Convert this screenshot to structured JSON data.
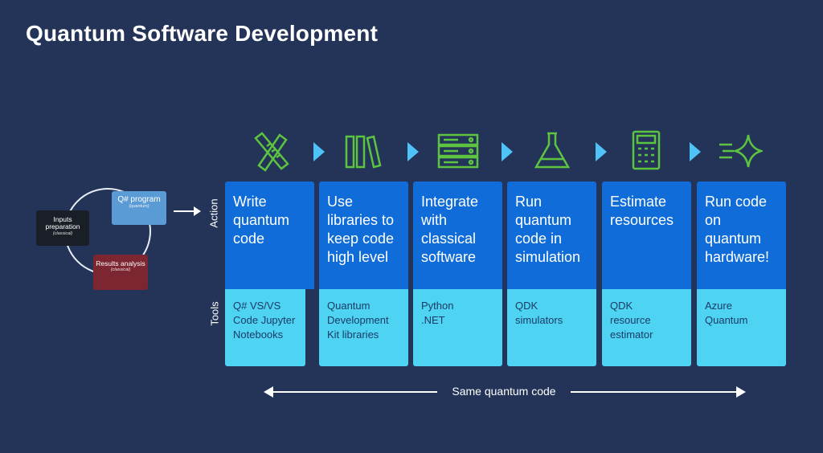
{
  "title": "Quantum Software Development",
  "cycle": {
    "inputs": {
      "main": "Inputs preparation",
      "sub": "(classical)"
    },
    "program": {
      "main": "Q# program",
      "sub": "(quantum)"
    },
    "results": {
      "main": "Results analysis",
      "sub": "(classical)"
    }
  },
  "row_labels": {
    "action": "Action",
    "tools": "Tools"
  },
  "icons": [
    "pencil-ruler-icon",
    "library-books-icon",
    "server-stack-icon",
    "flask-icon",
    "calculator-icon",
    "sparkle-rocket-icon"
  ],
  "accent_green": "#5cc441",
  "chevron_color": "#4fc3f7",
  "action_color": "#0f6cd8",
  "tools_color": "#4ed3f2",
  "columns": [
    {
      "action": "Write quantum code",
      "tools": "Q# VS/VS Code Jupyter Notebooks"
    },
    {
      "action": "Use libraries to keep code high level",
      "tools": "Quantum Development Kit libraries"
    },
    {
      "action": "Integrate with classical software",
      "tools": "Python .NET"
    },
    {
      "action": "Run quantum code in simulation",
      "tools": "QDK simulators"
    },
    {
      "action": "Estimate resources",
      "tools": "QDK resource estimator"
    },
    {
      "action": "Run code on quantum hardware!",
      "tools": "Azure Quantum"
    }
  ],
  "bottom_label": "Same quantum code"
}
